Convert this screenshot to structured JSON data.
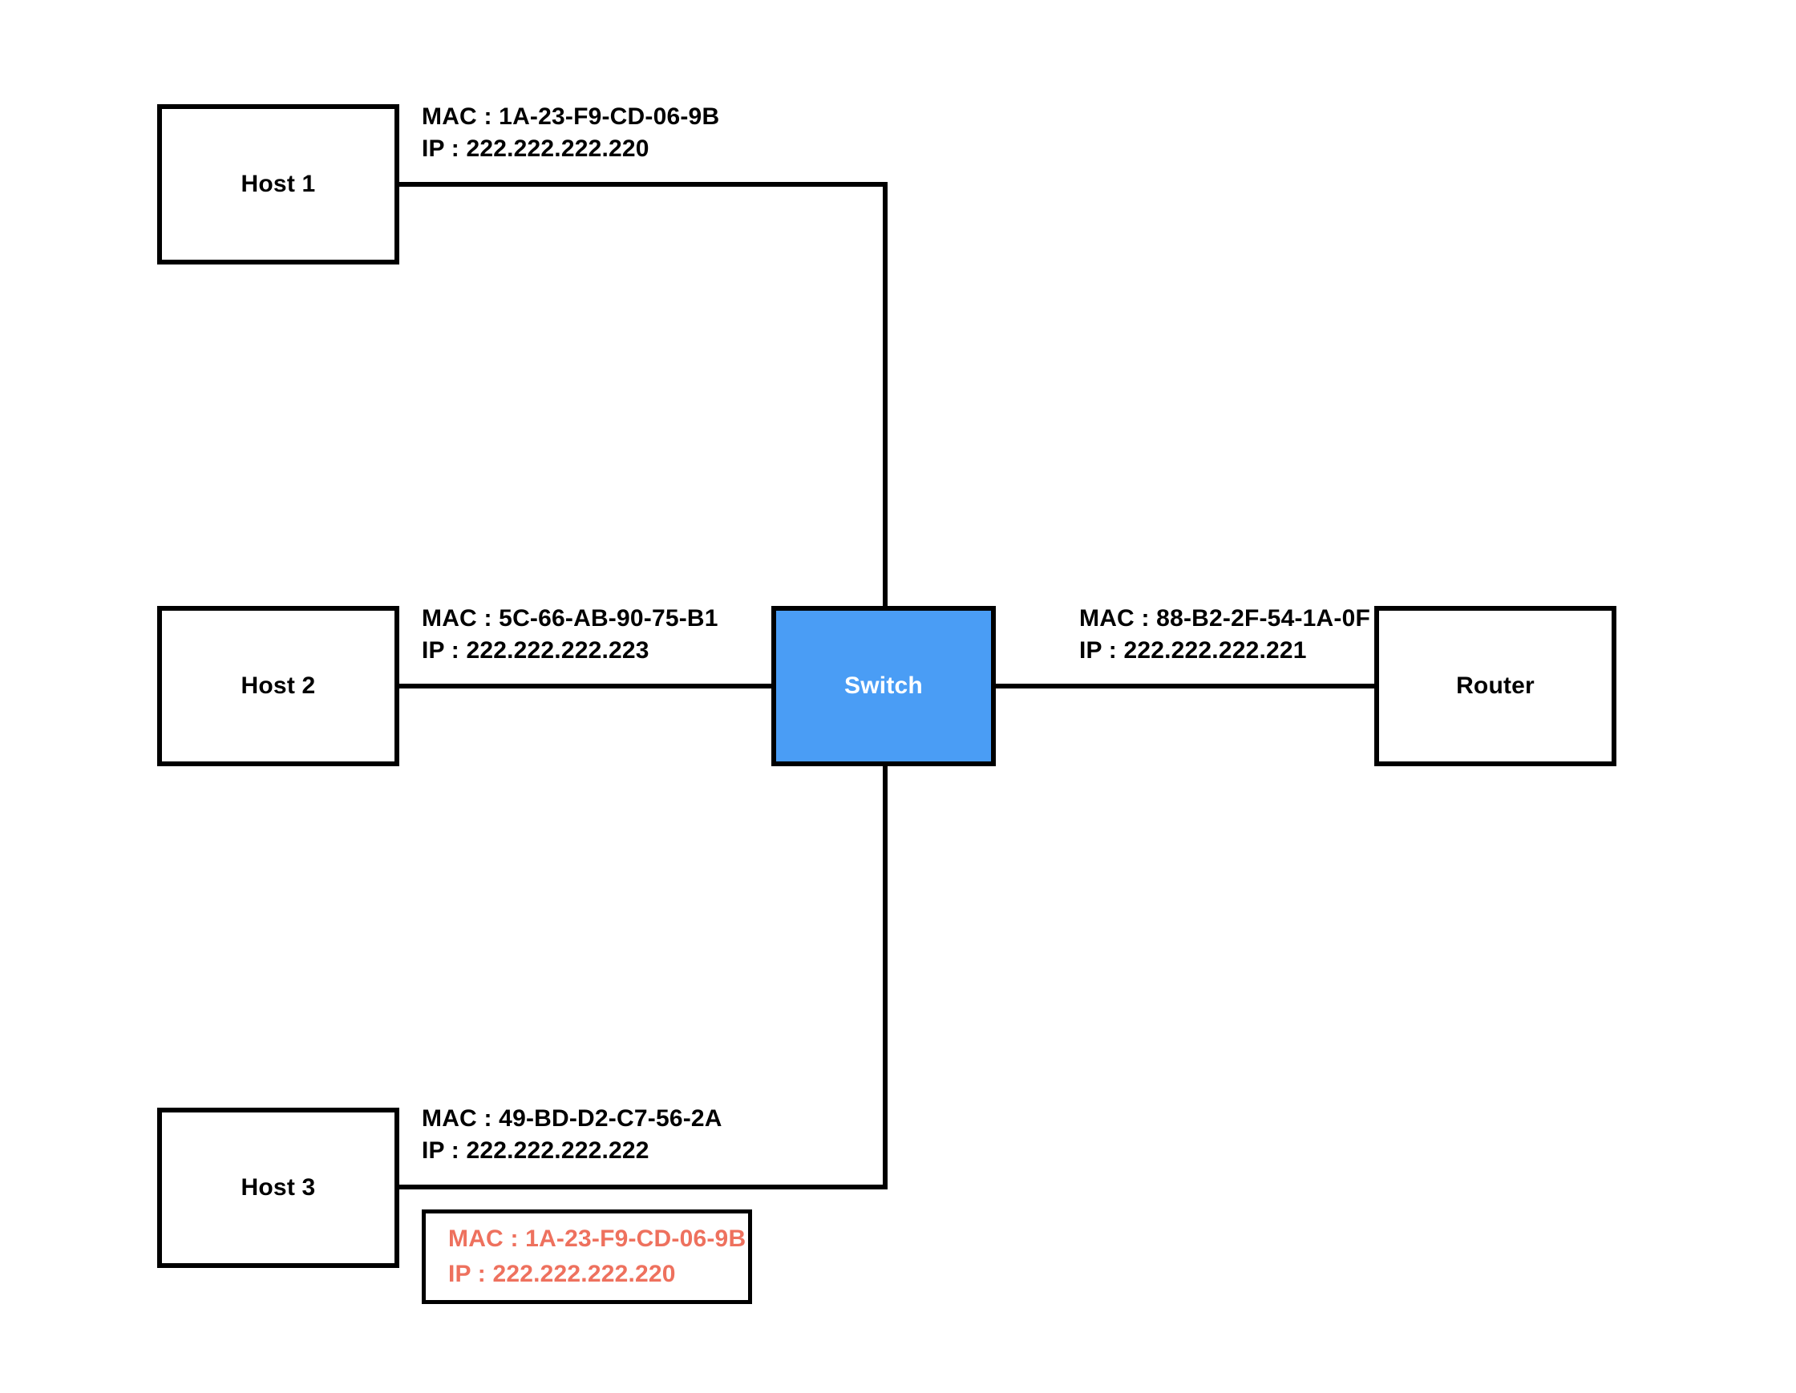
{
  "nodes": {
    "host1": {
      "label": "Host 1",
      "mac": "MAC : 1A-23-F9-CD-06-9B",
      "ip": "IP : 222.222.222.220"
    },
    "host2": {
      "label": "Host 2",
      "mac": "MAC : 5C-66-AB-90-75-B1",
      "ip": "IP : 222.222.222.223"
    },
    "host3": {
      "label": "Host 3",
      "mac": "MAC : 49-BD-D2-C7-56-2A",
      "ip": "IP : 222.222.222.222"
    },
    "switch": {
      "label": "Switch"
    },
    "router": {
      "label": "Router",
      "mac": "MAC : 88-B2-2F-54-1A-0F",
      "ip": "IP : 222.222.222.221"
    }
  },
  "highlight": {
    "mac": "MAC : 1A-23-F9-CD-06-9B",
    "ip": "IP : 222.222.222.220"
  },
  "colors": {
    "background": "#FFFFFF",
    "line": "#000000",
    "switch_fill": "#4A9DF5",
    "switch_text": "#FFFFFF",
    "highlight_text": "#EE715E"
  }
}
